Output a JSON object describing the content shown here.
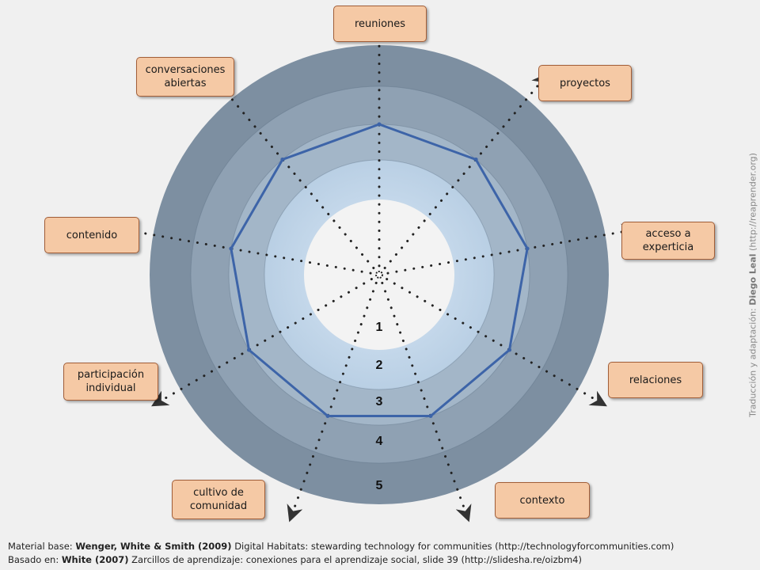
{
  "diagram": {
    "ring_numbers": [
      "1",
      "2",
      "3",
      "4",
      "5"
    ],
    "axes": [
      {
        "id": "reuniones",
        "label": "reuniones",
        "level": 3
      },
      {
        "id": "proyectos",
        "label": "proyectos",
        "level": 3
      },
      {
        "id": "acceso-a-experticia",
        "label": "acceso a\nexperticia",
        "level": 3
      },
      {
        "id": "relaciones",
        "label": "relaciones",
        "level": 3
      },
      {
        "id": "contexto",
        "label": "contexto",
        "level": 3
      },
      {
        "id": "cultivo-de-comunidad",
        "label": "cultivo de\ncomunidad",
        "level": 3
      },
      {
        "id": "participacion-individual",
        "label": "participación\nindividual",
        "level": 3
      },
      {
        "id": "contenido",
        "label": "contenido",
        "level": 3
      },
      {
        "id": "conversaciones-abiertas",
        "label": "conversaciones\nabiertas",
        "level": 3
      }
    ],
    "colors": {
      "ring5": "#7d8fa1",
      "ring4": "#8fa1b3",
      "ring3": "#a3b6c8",
      "ring2": "#bdd4ea",
      "ring1": "#f3f3f3",
      "profile": "#3d64a8",
      "label_fill": "#f5c9a5",
      "label_border": "#a25e38"
    }
  },
  "footer": {
    "line1_prefix": "Material base: ",
    "line1_bold": "Wenger, White & Smith (2009)",
    "line1_rest": " Digital Habitats: stewarding technology for communities (http://technologyforcommunities.com)",
    "line2_prefix": "Basado en: ",
    "line2_bold": "White (2007)",
    "line2_rest": " Zarcillos de aprendizaje: conexiones para el aprendizaje social, slide 39  (http://slidesha.re/oizbm4)"
  },
  "credit": {
    "prefix": "Traducción y adaptación: ",
    "bold": "Diego Leal",
    "rest": " (http://reaprender.org)"
  }
}
